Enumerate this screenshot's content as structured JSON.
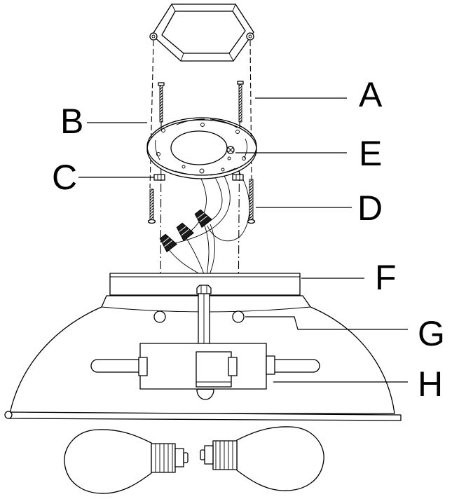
{
  "labels": {
    "a": "A",
    "b": "B",
    "c": "C",
    "d": "D",
    "e": "E",
    "f": "F",
    "g": "G",
    "h": "H"
  },
  "colors": {
    "line": "#000000",
    "background": "#ffffff"
  }
}
